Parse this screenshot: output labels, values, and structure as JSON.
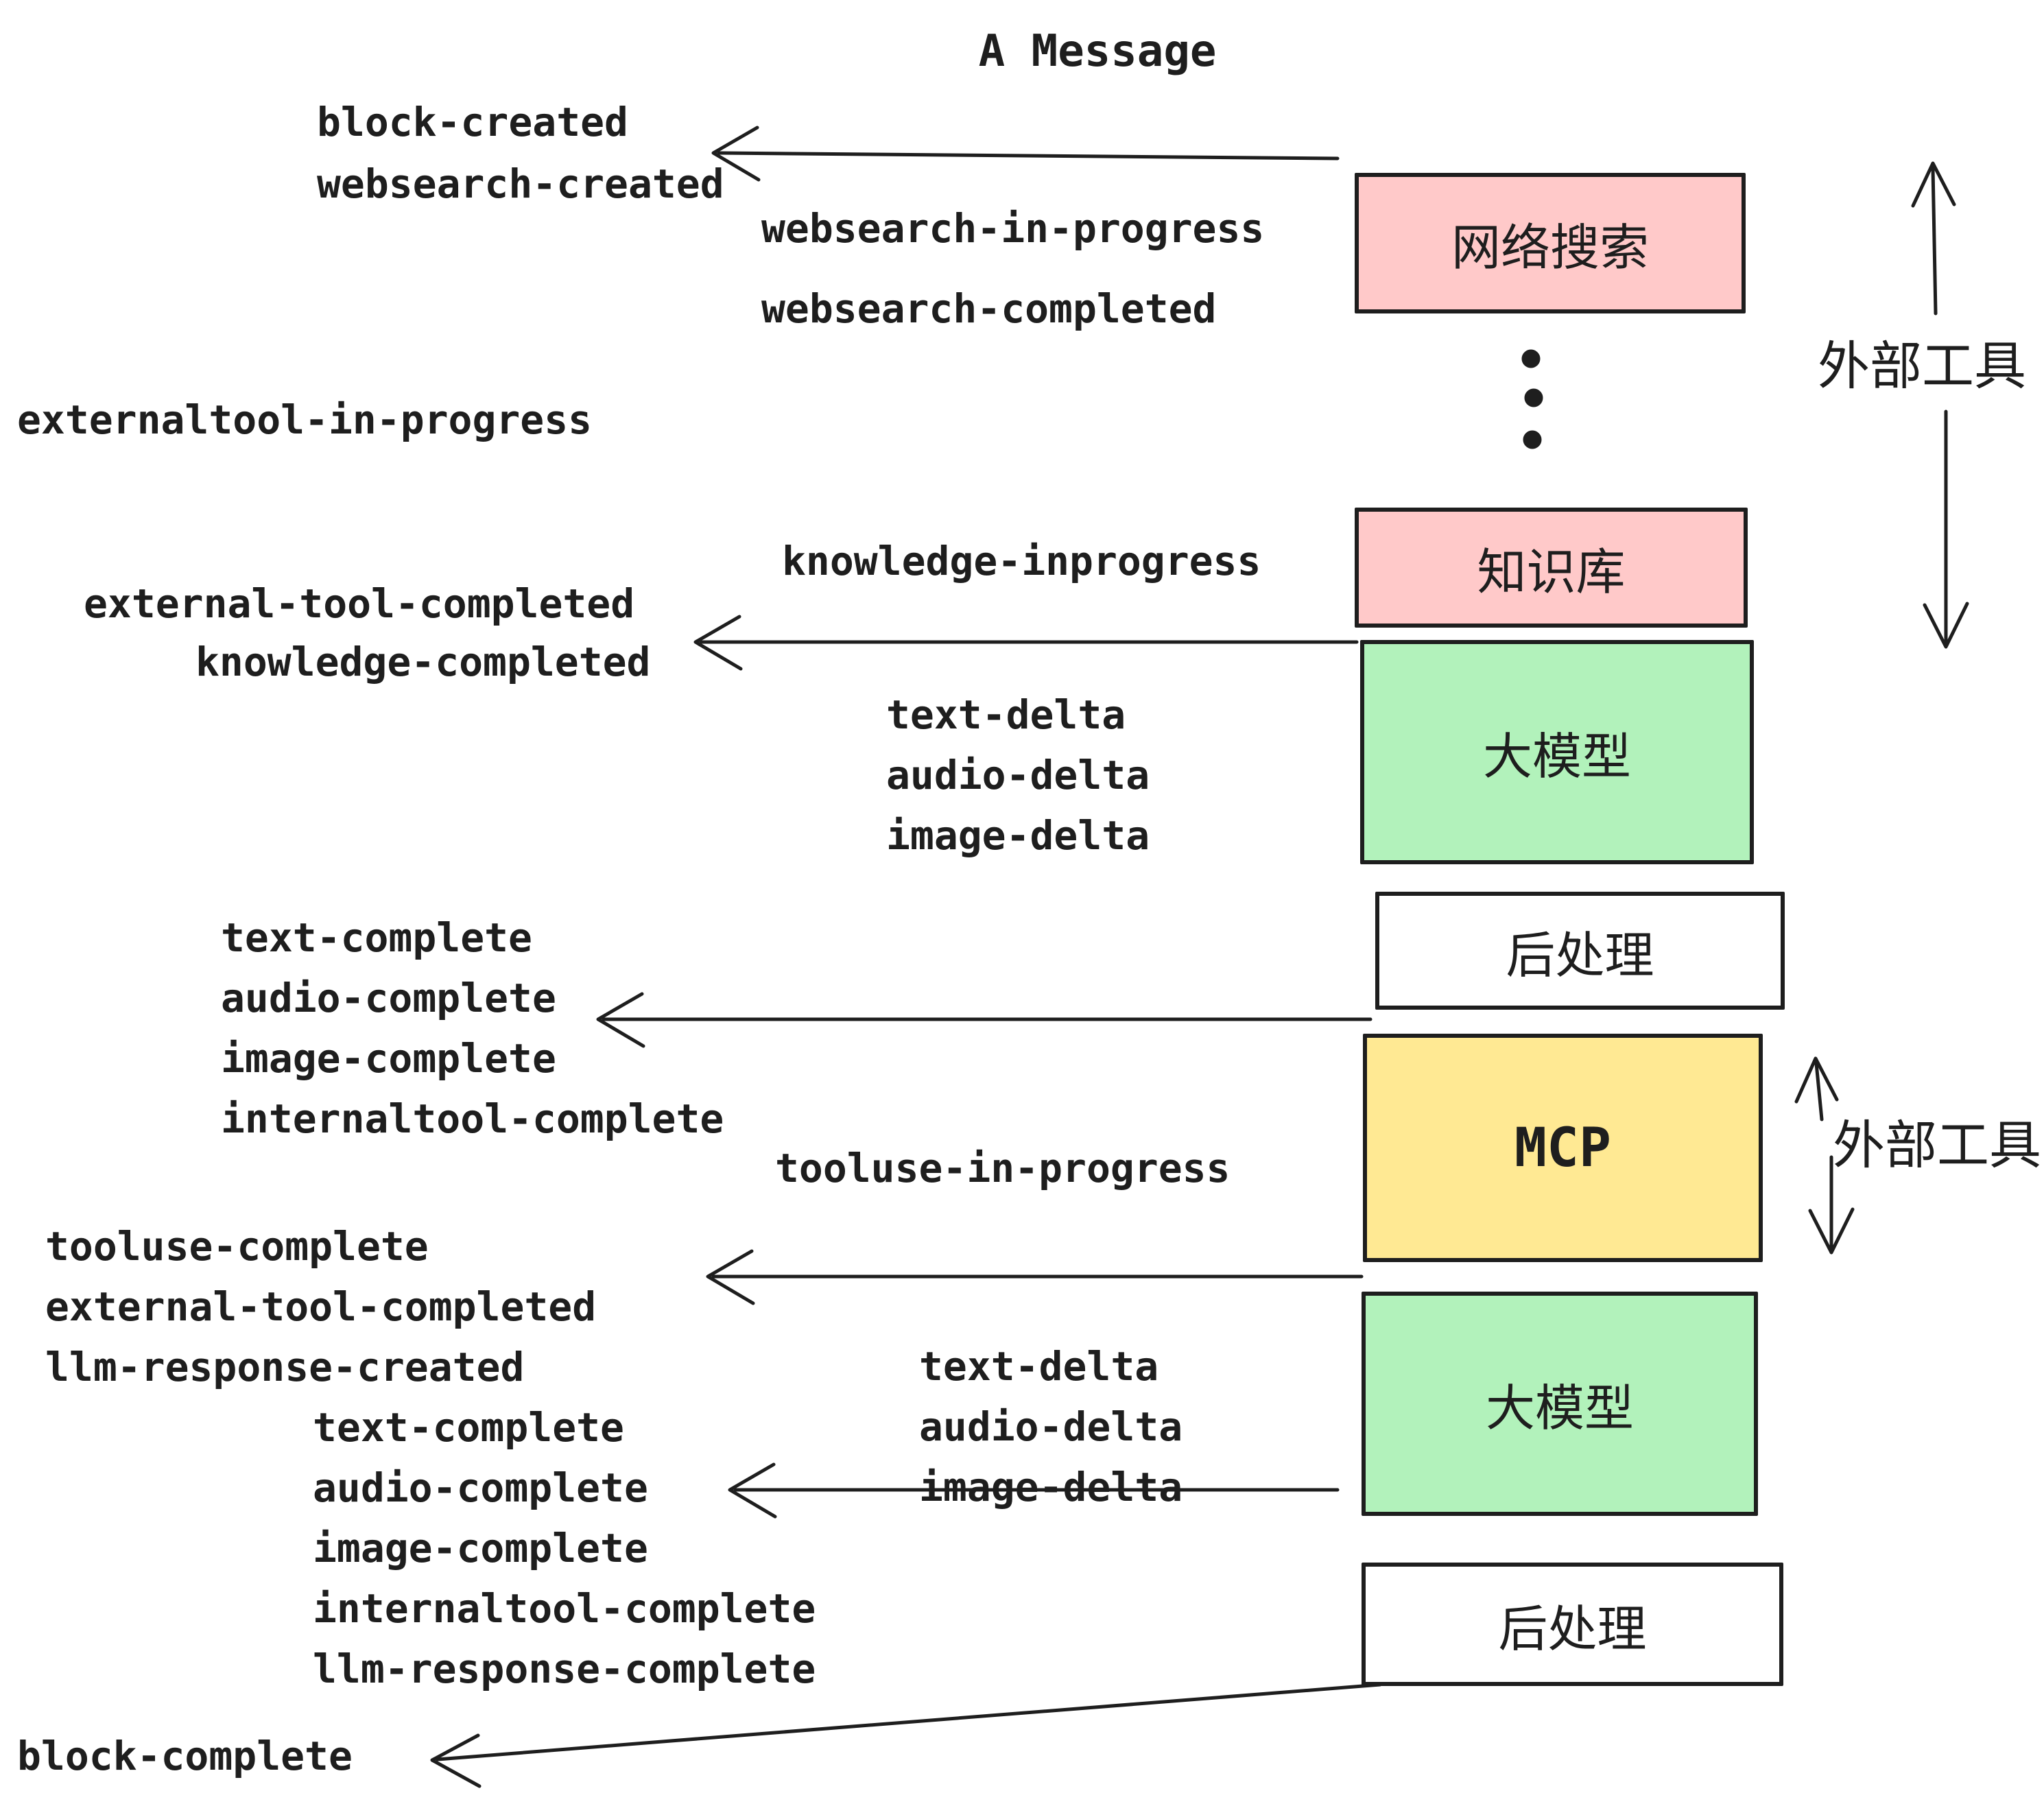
{
  "title": "A Message",
  "colors": {
    "pink": "#FFC9C9",
    "green": "#B2F2BB",
    "yellow": "#FFE993",
    "white": "#FFFFFF",
    "ink": "#1E1E1E"
  },
  "boxes": {
    "websearch": "网络搜索",
    "knowledge": "知识库",
    "llm": "大模型",
    "postprocess": "后处理",
    "mcp": "MCP"
  },
  "side_label": "外部工具",
  "events": {
    "block_created": "block-created",
    "websearch_created": "websearch-created",
    "websearch_in_progress": "websearch-in-progress",
    "websearch_completed": "websearch-completed",
    "externaltool_in_progress": "externaltool-in-progress",
    "knowledge_inprogress": "knowledge-inprogress",
    "external_tool_completed": "external-tool-completed",
    "knowledge_completed": "knowledge-completed",
    "text_delta": "text-delta",
    "audio_delta": "audio-delta",
    "image_delta": "image-delta",
    "text_complete": "text-complete",
    "audio_complete": "audio-complete",
    "image_complete": "image-complete",
    "internaltool_complete": "internaltool-complete",
    "tooluse_in_progress": "tooluse-in-progress",
    "tooluse_complete": "tooluse-complete",
    "llm_response_created": "llm-response-created",
    "llm_response_complete": "llm-response-complete",
    "block_complete": "block-complete"
  }
}
